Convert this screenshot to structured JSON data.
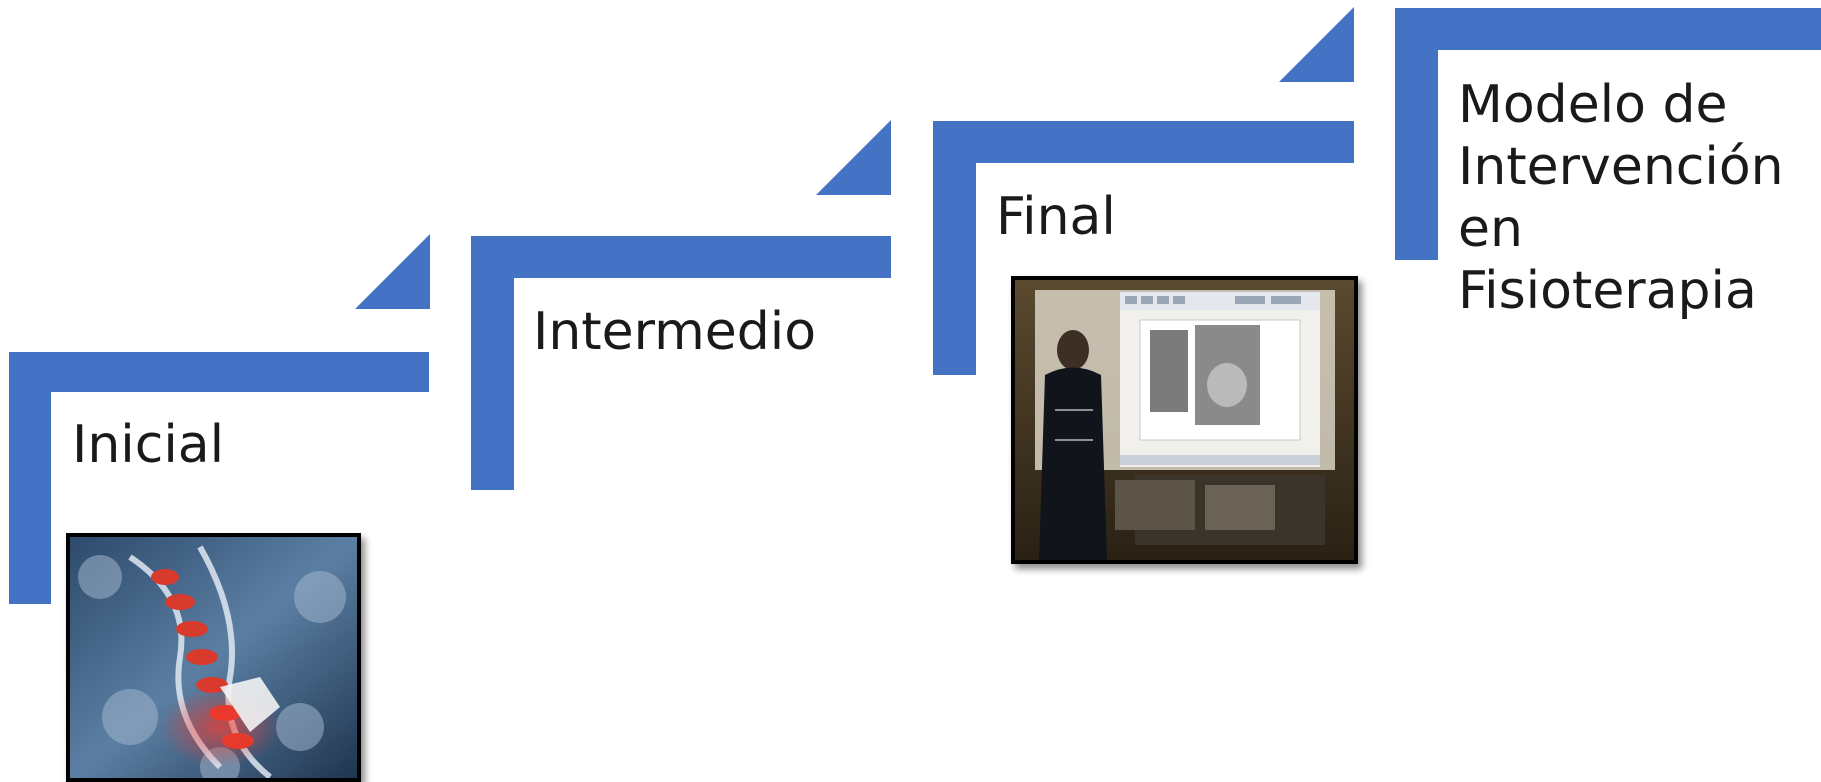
{
  "steps": [
    {
      "label": "Inicial"
    },
    {
      "label": "Intermedio"
    },
    {
      "label": "Final"
    },
    {
      "label": "Modelo de Intervención en Fisioterapia"
    }
  ],
  "colors": {
    "accent": "#4472C4",
    "text": "#1a1a1a"
  },
  "images": [
    {
      "depicts": "spine-puzzle"
    },
    {
      "depicts": "person-at-projection"
    }
  ]
}
